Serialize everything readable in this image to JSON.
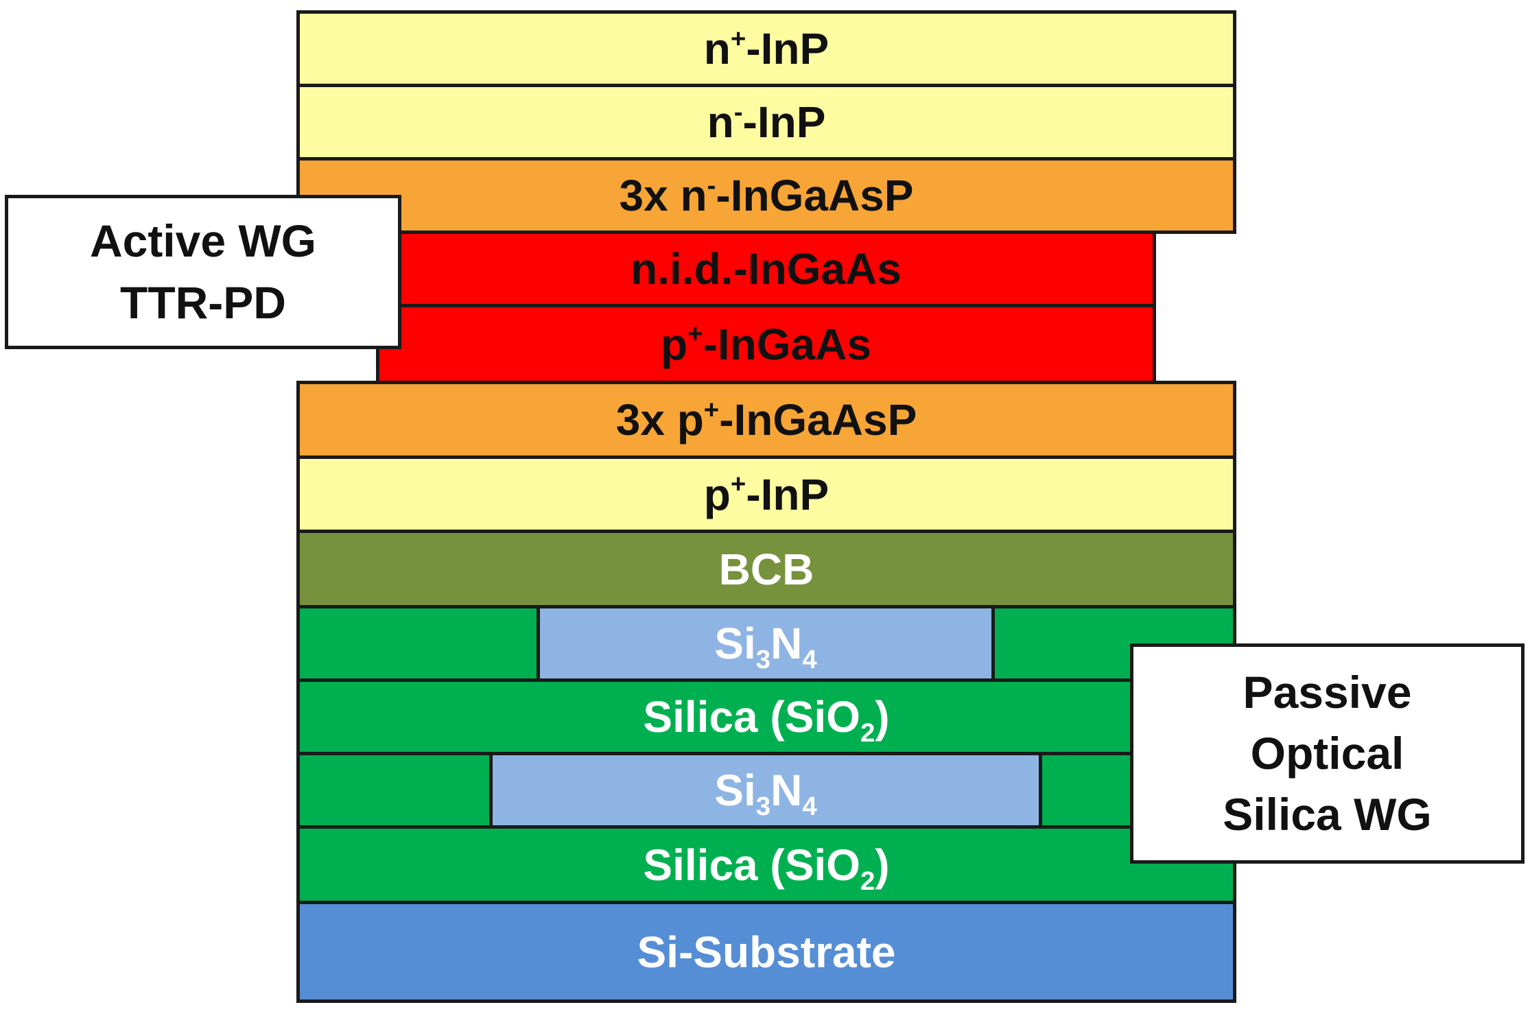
{
  "colors": {
    "inp": "#fdfca0",
    "ingaasp": "#f7a536",
    "ingaas": "#ff0000",
    "bcb": "#76923c",
    "silica": "#00b050",
    "sin": "#8eb4e3",
    "substrate": "#558ed5",
    "outline": "#1a1a1a"
  },
  "layers": {
    "n_plus_inp": {
      "prefix": "n",
      "sup": "+",
      "suffix": "-InP"
    },
    "n_minus_inp": {
      "prefix": "n",
      "sup": "-",
      "suffix": "-InP"
    },
    "n_ingaasp": {
      "prefix": "3x n",
      "sup": "-",
      "suffix": "-InGaAsP"
    },
    "nid_ingaas": {
      "text": "n.i.d.-InGaAs"
    },
    "p_ingaas": {
      "prefix": "p",
      "sup": "+",
      "suffix": "-InGaAs"
    },
    "p_ingaasp": {
      "prefix": "3x p",
      "sup": "+",
      "suffix": "-InGaAsP"
    },
    "p_plus_inp": {
      "prefix": "p",
      "sup": "+",
      "suffix": "-InP"
    },
    "bcb": {
      "text": "BCB"
    },
    "sin_upper": {
      "a": "Si",
      "s1": "3",
      "b": "N",
      "s2": "4"
    },
    "silica_upper": {
      "a": "Silica (SiO",
      "s": "2",
      "b": ")"
    },
    "sin_lower": {
      "a": "Si",
      "s1": "3",
      "b": "N",
      "s2": "4"
    },
    "silica_lower": {
      "a": "Silica (SiO",
      "s": "2",
      "b": ")"
    },
    "substrate": {
      "text": "Si-Substrate"
    }
  },
  "labels": {
    "active": [
      "Active WG",
      "TTR-PD"
    ],
    "passive": [
      "Passive",
      "Optical",
      "Silica WG"
    ]
  }
}
